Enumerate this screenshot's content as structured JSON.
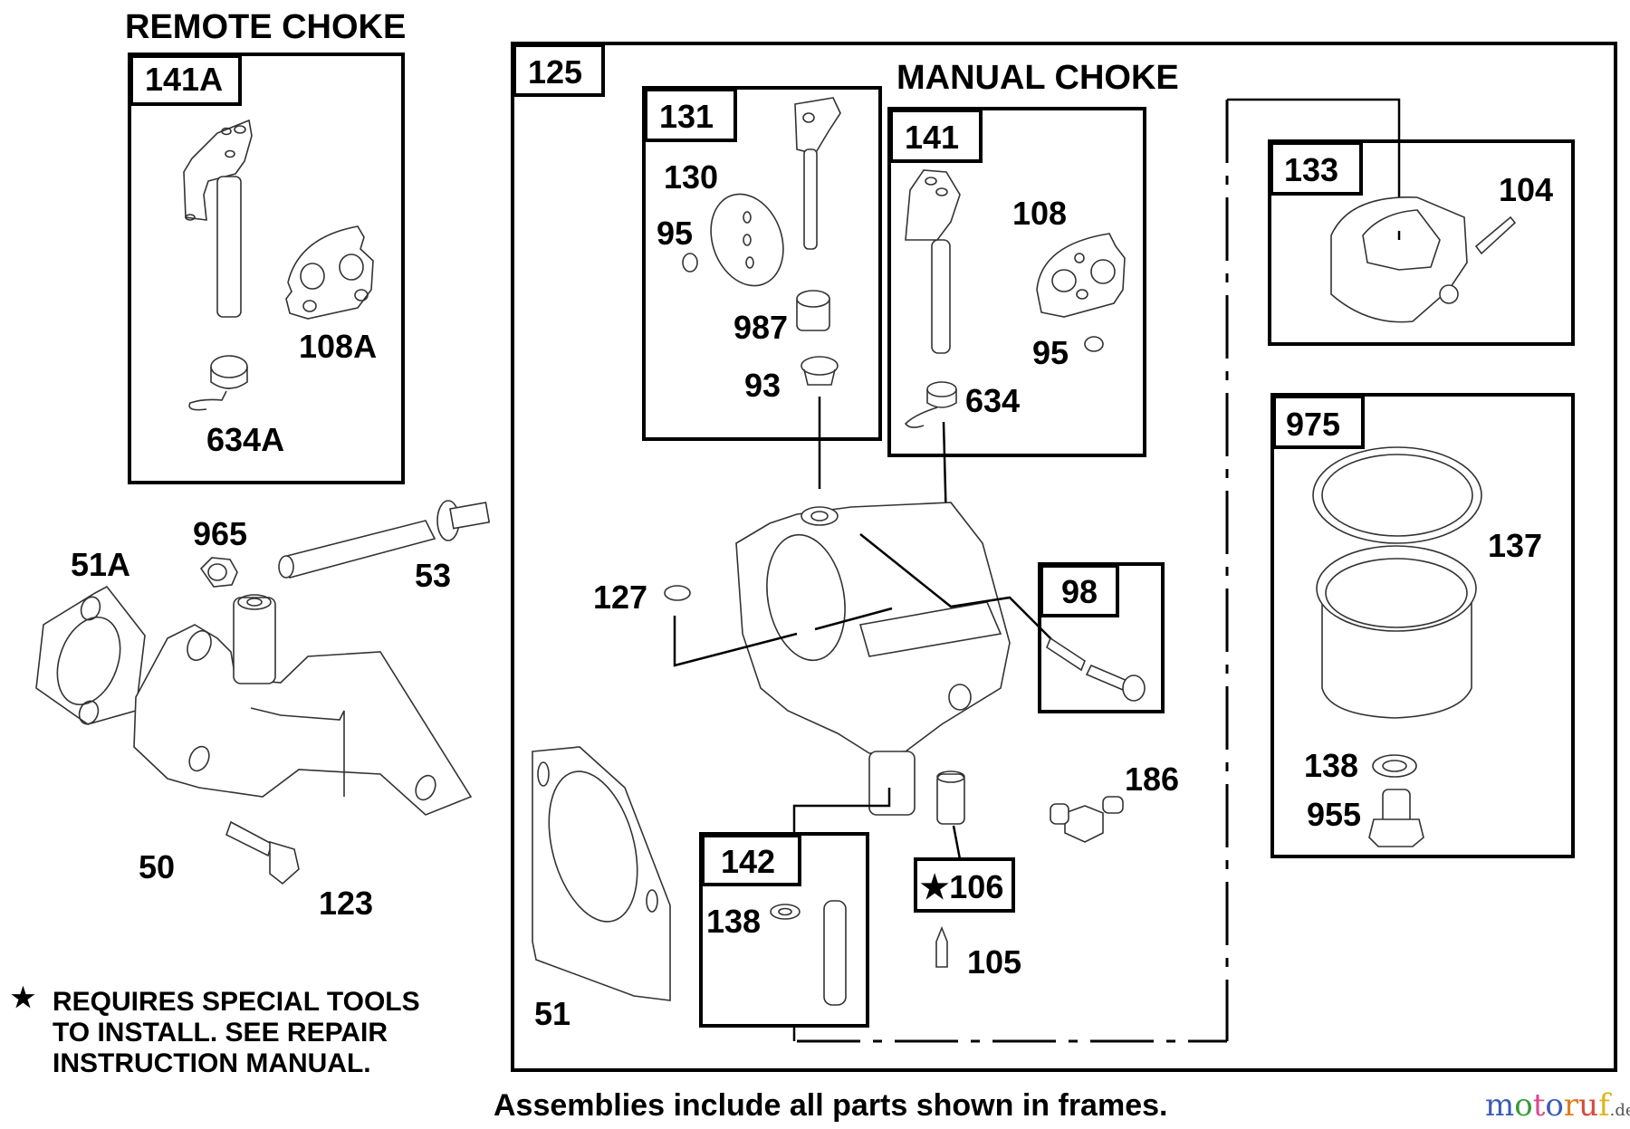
{
  "titles": {
    "remote_choke": "REMOTE CHOKE",
    "manual_choke": "MANUAL CHOKE"
  },
  "frames": {
    "f141A": "141A",
    "f125": "125",
    "f131": "131",
    "f141": "141",
    "f133": "133",
    "f975": "975",
    "f98": "98",
    "f142": "142",
    "f106": "★106"
  },
  "labels": {
    "p108A": "108A",
    "p634A": "634A",
    "p965": "965",
    "p51A": "51A",
    "p53": "53",
    "p50": "50",
    "p123": "123",
    "p130": "130",
    "p95a": "95",
    "p987": "987",
    "p93": "93",
    "p108": "108",
    "p95b": "95",
    "p634": "634",
    "p104": "104",
    "p137": "137",
    "p138a": "138",
    "p955": "955",
    "p127": "127",
    "p186": "186",
    "p138b": "138",
    "p105": "105",
    "p51": "51"
  },
  "note": {
    "star": "★",
    "line1": "REQUIRES SPECIAL TOOLS",
    "line2": "TO INSTALL.  SEE REPAIR",
    "line3": "INSTRUCTION MANUAL."
  },
  "footer": "Assemblies include all parts shown in frames.",
  "logo": {
    "letters": [
      "m",
      "o",
      "t",
      "o",
      "r",
      "u",
      "f"
    ],
    "colors": [
      "#3b5bb5",
      "#3a9a3a",
      "#d94a8c",
      "#3b5bb5",
      "#e07b1e",
      "#d94a3a",
      "#e0b21e"
    ],
    "suffix": ".de"
  }
}
